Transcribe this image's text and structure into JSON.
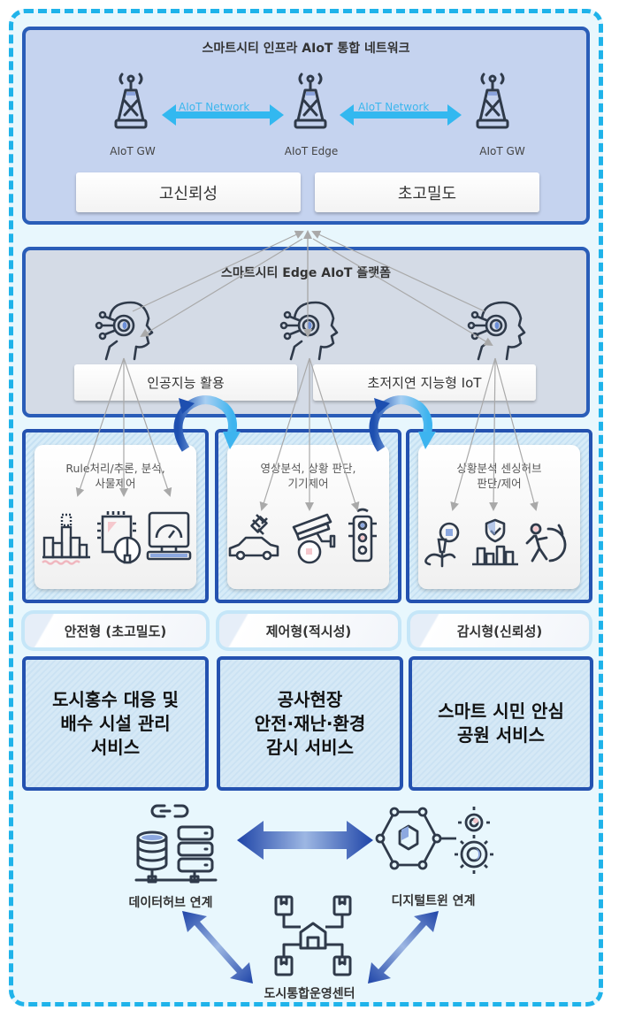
{
  "network": {
    "title": "스마트시티 인프라 AIoT 통합 네트워크",
    "nodes": [
      {
        "label": "AIoT GW",
        "icon": "tower-icon"
      },
      {
        "label": "AIoT Edge",
        "icon": "tower-icon"
      },
      {
        "label": "AIoT GW",
        "icon": "tower-icon"
      }
    ],
    "links": [
      "AIoT Network",
      "AIoT Network"
    ],
    "features": [
      "고신뢰성",
      "초고밀도"
    ]
  },
  "platform": {
    "title": "스마트시티 Edge AIoT 플랫폼",
    "icons": [
      "ai-head-icon",
      "ai-head-icon",
      "ai-head-icon"
    ],
    "features": [
      "인공지능 활용",
      "초저지연 지능형 IoT"
    ]
  },
  "functions": [
    {
      "text_line1": "Rule처리/추론, 분석,",
      "text_line2": "사물제어",
      "icons": [
        "flood-city-icon",
        "chip-icon",
        "monitor-gauge-icon"
      ]
    },
    {
      "text_line1": "영상분석, 상황 판단,",
      "text_line2": "기기제어",
      "icons": [
        "satellite-car-icon",
        "cctv-icon",
        "traffic-light-icon"
      ]
    },
    {
      "text_line1": "상황분석 센싱허브",
      "text_line2": "판단/제어",
      "icons": [
        "park-lamp-icon",
        "secure-city-icon",
        "running-person-icon"
      ]
    }
  ],
  "types": [
    "안전형 (초고밀도)",
    "제어형(적시성)",
    "감시형(신뢰성)"
  ],
  "services": [
    {
      "line1": "도시홍수 대응 및",
      "line2": "배수 시설 관리",
      "line3": "서비스"
    },
    {
      "line1": "공사현장",
      "line2": "안전·재난·환경",
      "line3": "감시 서비스"
    },
    {
      "line1": "스마트 시민 안심",
      "line2": "공원 서비스",
      "line3": ""
    }
  ],
  "integration": {
    "data_hub": "데이터허브 연계",
    "digital_twin": "디지털트윈 연계",
    "center": "도시통합운영센터"
  },
  "colors": {
    "dashed_border": "#1fb3ea",
    "panel_border": "#2a5db8",
    "network_bg": "#c5d3ef",
    "platform_bg": "#d4dbe6",
    "network_arrow": "#3bb6ee",
    "icon_stroke": "#2f3a4a"
  }
}
